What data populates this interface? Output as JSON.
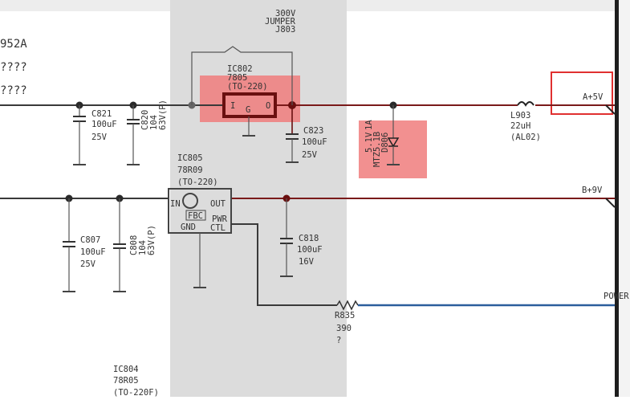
{
  "page": {
    "partial_title": "952A",
    "unknown_1": "????",
    "unknown_2": "????"
  },
  "components": {
    "jumper": {
      "voltage": "300V",
      "type": "JUMPER",
      "ref": "J803"
    },
    "ic802": {
      "ref": "IC802",
      "part": "7805",
      "pkg": "(TO-220)",
      "pin_in": "I",
      "pin_gnd": "G",
      "pin_out": "O"
    },
    "ic805": {
      "ref": "IC805",
      "part": "78R09",
      "pkg": "(TO-220)",
      "pin_in": "IN",
      "pin_out": "OUT",
      "pin_fbc": "FBC",
      "pin_gnd": "GND",
      "pin_pwr": "PWR",
      "pin_ctl": "CTL"
    },
    "ic804": {
      "ref": "IC804",
      "part": "78R05",
      "pkg": "(TO-220F)"
    },
    "c821": {
      "ref": "C821",
      "value": "100uF",
      "voltage": "25V"
    },
    "c820": {
      "ref": "C820",
      "value": "104",
      "voltage": "63V(P)"
    },
    "c823": {
      "ref": "C823",
      "value": "100uF",
      "voltage": "25V"
    },
    "c807": {
      "ref": "C807",
      "value": "100uF",
      "voltage": "25V"
    },
    "c808": {
      "ref": "C808",
      "value": "104",
      "voltage": "63V(P)"
    },
    "c818": {
      "ref": "C818",
      "value": "100uF",
      "voltage": "16V"
    },
    "zener": {
      "ref": "D806",
      "part": "MTZ5.1B",
      "rating": "5.1V",
      "current": "1A"
    },
    "l903": {
      "ref": "L903",
      "value": "22uH",
      "note": "(AL02)"
    },
    "r835": {
      "ref": "R835",
      "value": "390",
      "note": "?"
    }
  },
  "nets": {
    "a5v": "A+5V",
    "b9v": "B+9V",
    "power": "POWER"
  },
  "highlights": {
    "fill_color": "#f07c7c",
    "box_color": "#e03030",
    "wire_red": "#7a1a1a",
    "wire_blue": "#2c5e9c",
    "panel_gray": "#dcdcdc"
  }
}
